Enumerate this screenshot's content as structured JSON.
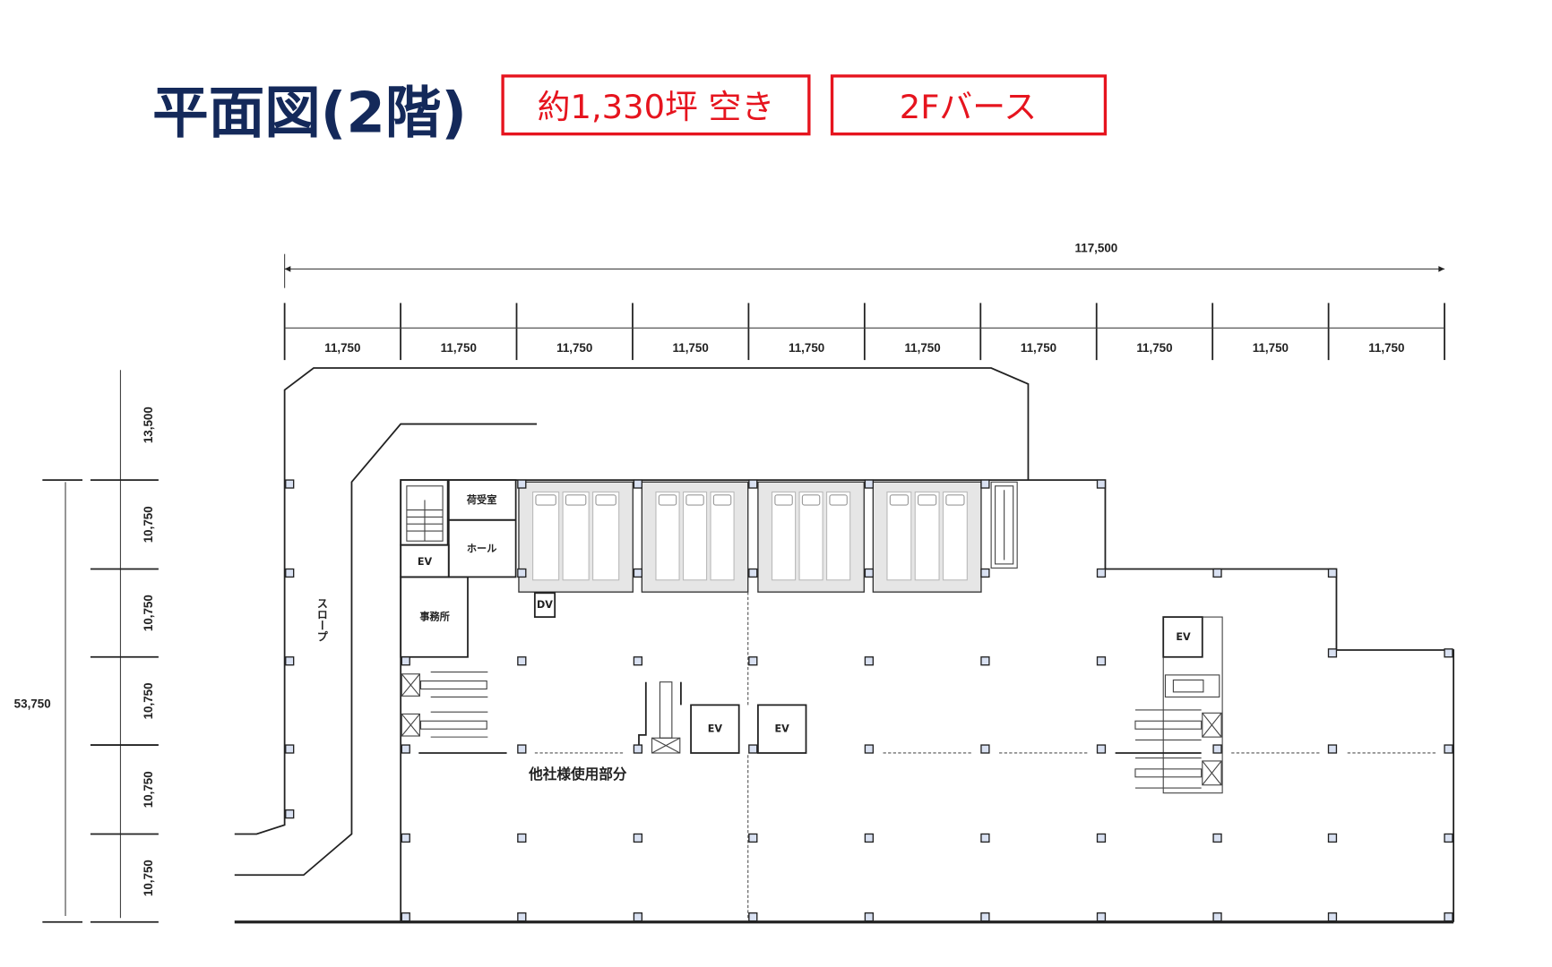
{
  "header": {
    "title": "平面図(2階)",
    "badges": [
      "約1,330坪  空き",
      "2Fバース"
    ],
    "badge_color": "#e6141e",
    "title_color": "#14295a"
  },
  "dimensions": {
    "total_width": "117,500",
    "bay_widths": [
      "11,750",
      "11,750",
      "11,750",
      "11,750",
      "11,750",
      "11,750",
      "11,750",
      "11,750",
      "11,750",
      "11,750"
    ],
    "depth_total": "53,750",
    "depths": [
      "13,500",
      "10,750",
      "10,750",
      "10,750",
      "10,750",
      "10,750"
    ]
  },
  "rooms": {
    "stair_label": "階段",
    "loading_room": "荷受室",
    "hall": "ホール",
    "ev": "EV",
    "office": "事務所",
    "dv": "DV",
    "slope": "スロープ",
    "other_tenant_area": "他社様使用部分"
  },
  "colors": {
    "room_fill": "#d9e1f2",
    "berth_fill": "#e6e6e6"
  }
}
